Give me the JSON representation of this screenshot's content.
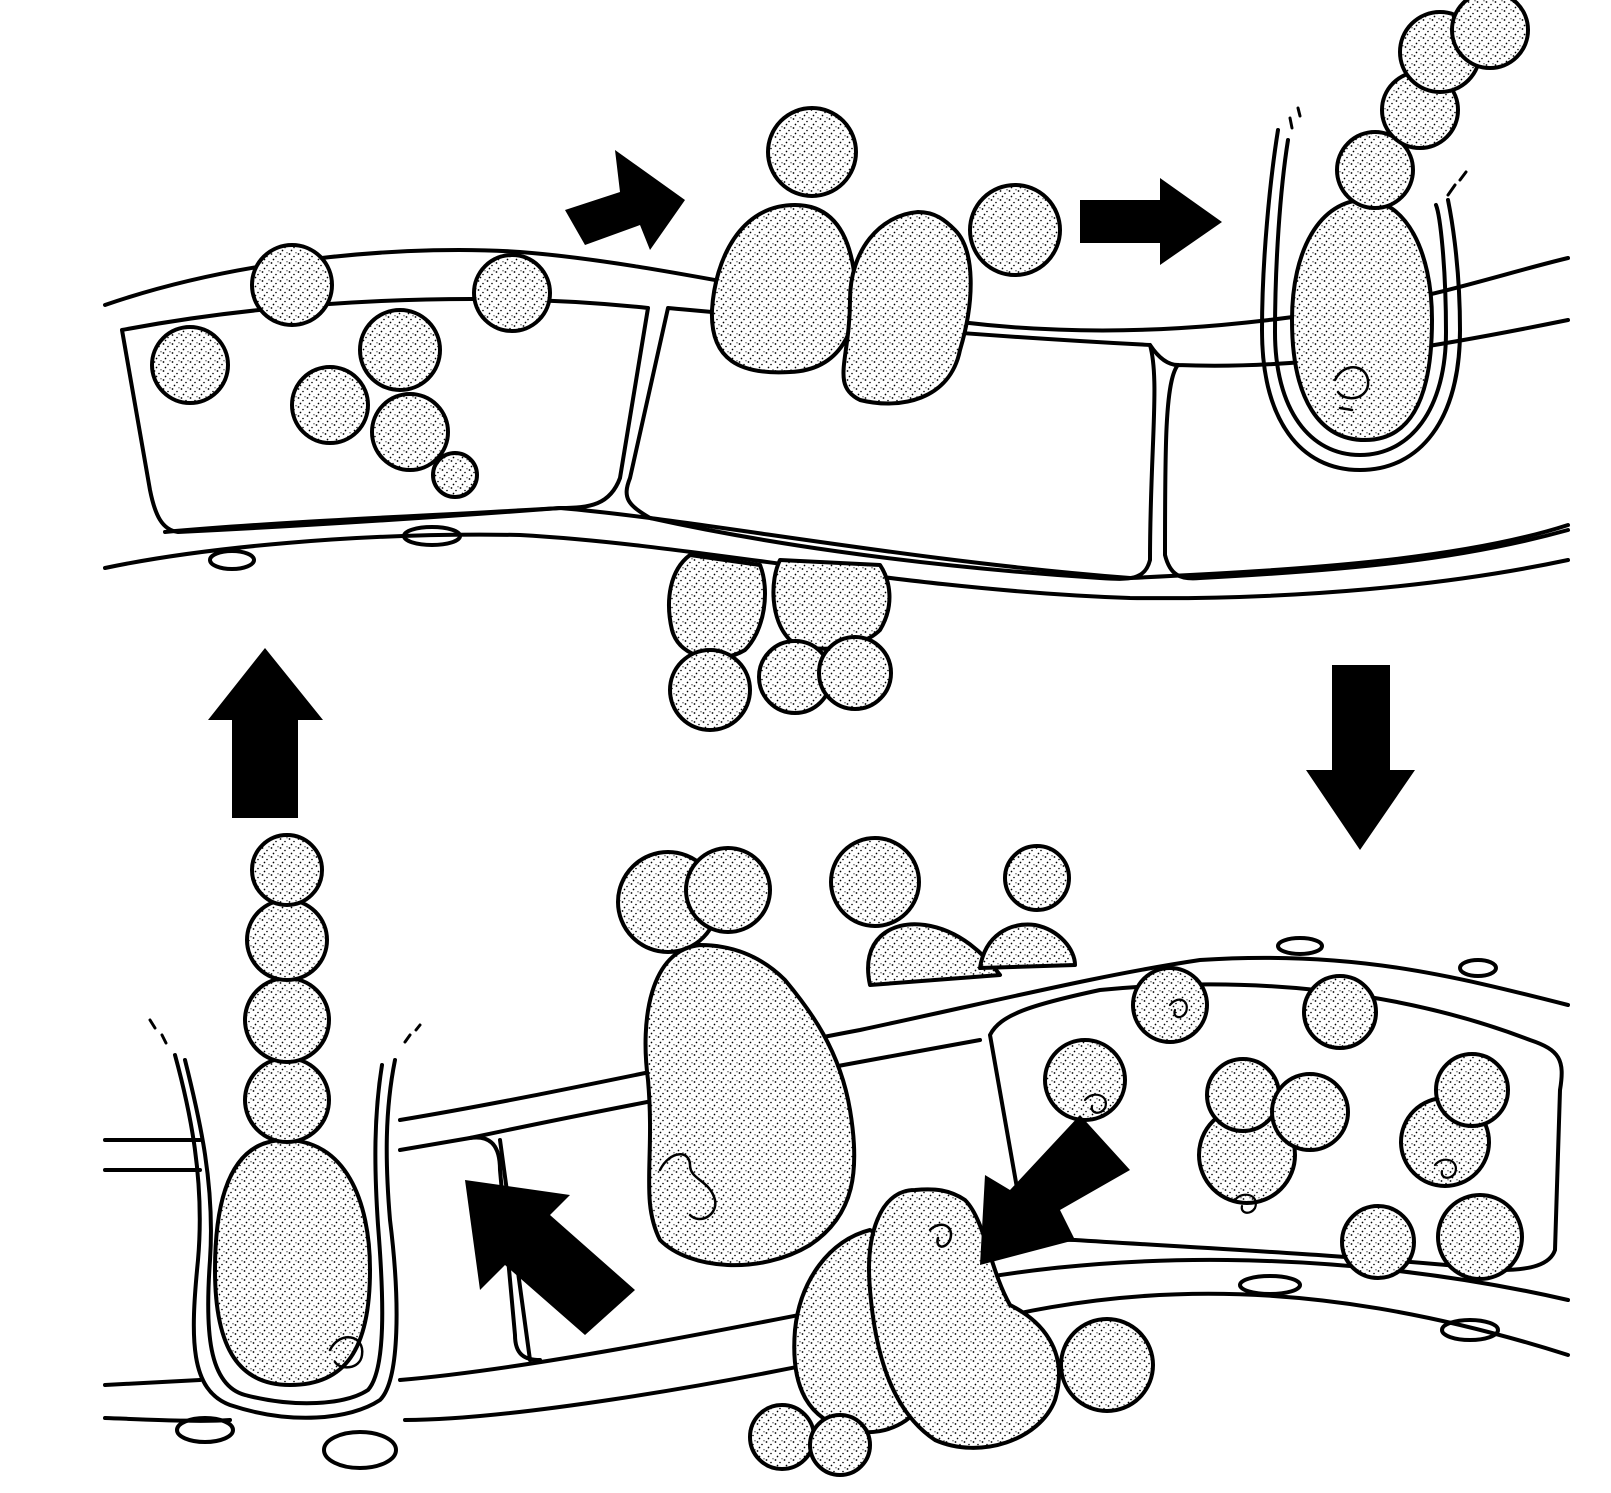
{
  "figure": {
    "background": "#ffffff",
    "ink": "#000000",
    "fill": "#ffffff",
    "style": "stippled line drawing",
    "panels": [
      {
        "name": "upper-filament",
        "cells": 3,
        "direction": "left-to-right"
      },
      {
        "name": "lower-filament",
        "cells": 3,
        "direction": "right-to-left"
      }
    ],
    "arrows": [
      {
        "name": "arrow-top-1",
        "direction": "up-right"
      },
      {
        "name": "arrow-top-2",
        "direction": "right"
      },
      {
        "name": "arrow-right-down",
        "direction": "down"
      },
      {
        "name": "arrow-bottom-right",
        "direction": "down-left"
      },
      {
        "name": "arrow-bottom-left",
        "direction": "up-left"
      },
      {
        "name": "arrow-left-up",
        "direction": "up"
      }
    ]
  }
}
